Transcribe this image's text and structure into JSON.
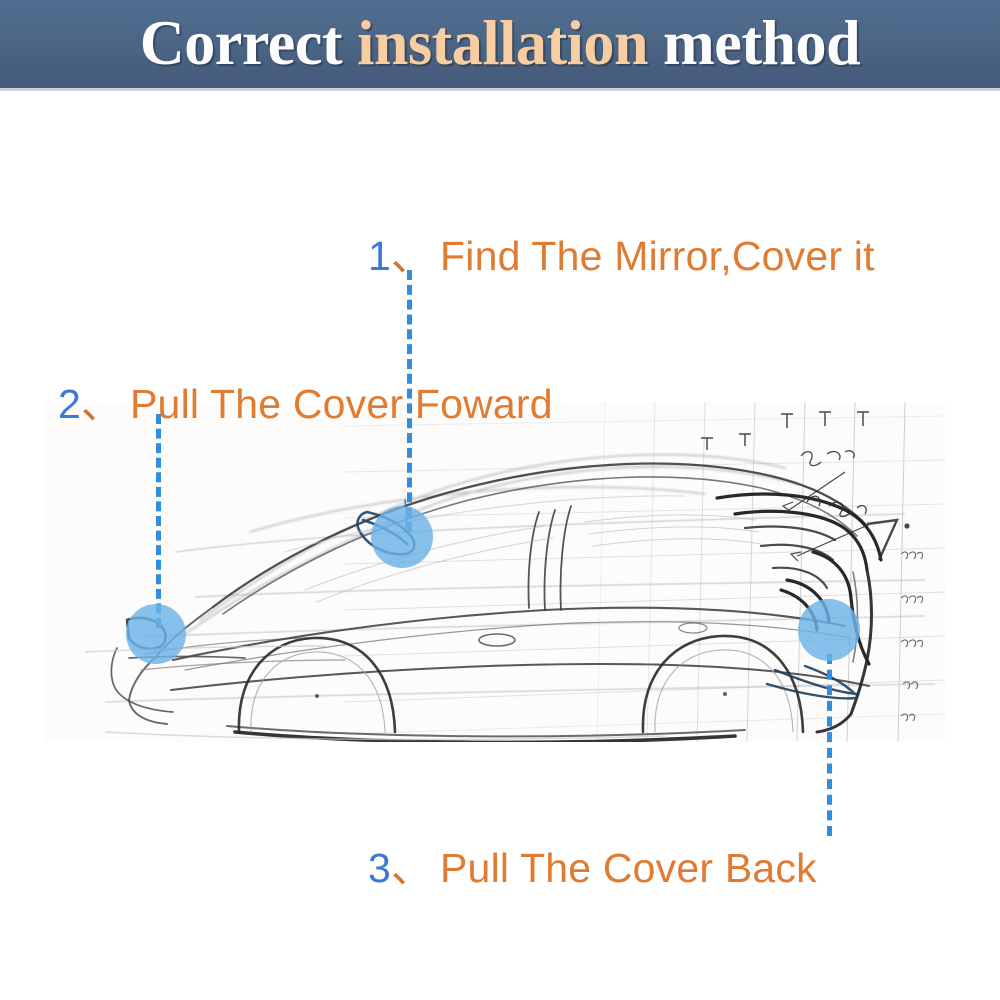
{
  "banner": {
    "title_part1": "Correct ",
    "title_part2": "installation",
    "title_part3": " method",
    "bg_color": "#4a6484",
    "text_color_primary": "#fdfdfd",
    "text_color_accent": "#f8cda1"
  },
  "steps": [
    {
      "number": "1",
      "separator": "、",
      "text": "Find The Mirror,Cover it",
      "number_color": "#3b78d8",
      "text_color": "#e07b32"
    },
    {
      "number": "2",
      "separator": "、",
      "text": "Pull The Cover Foward",
      "number_color": "#3b78d8",
      "text_color": "#e07b32"
    },
    {
      "number": "3",
      "separator": "、",
      "text": "Pull The Cover Back",
      "number_color": "#3b78d8",
      "text_color": "#e07b32"
    }
  ],
  "illustration": {
    "subject": "car-side-view-pencil-sketch",
    "background": "grid-graph-paper",
    "highlight_color": "#6cb2e6",
    "connector_color": "#2f8fdc",
    "highlights": [
      {
        "name": "side-mirror",
        "step": "1"
      },
      {
        "name": "front-bumper",
        "step": "2"
      },
      {
        "name": "rear-bumper",
        "step": "3"
      }
    ]
  }
}
